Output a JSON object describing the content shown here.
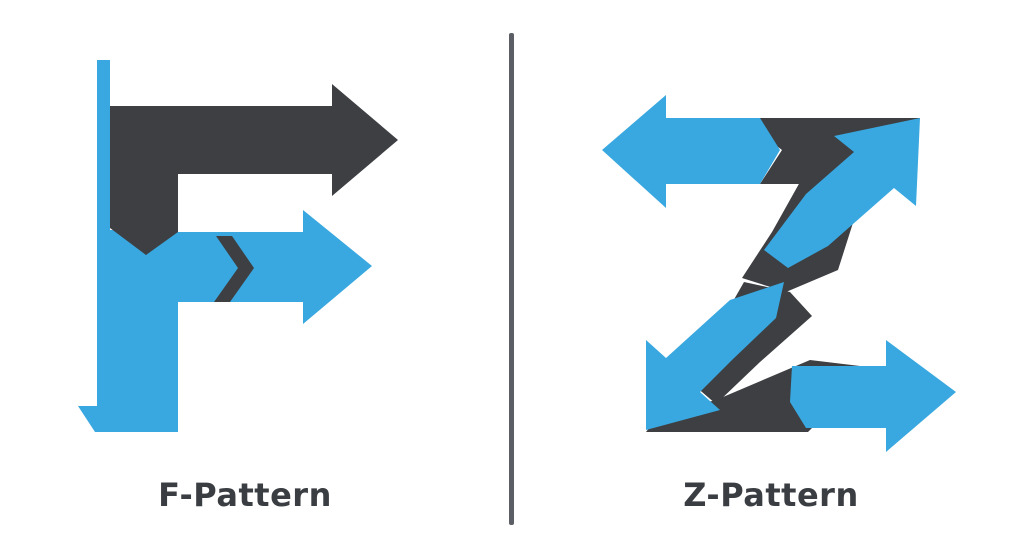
{
  "colors": {
    "blue": "#3aa8e0",
    "dark": "#3d3f42",
    "divider": "#5b5f65",
    "text": "#3a3d41",
    "background": "#ffffff"
  },
  "panels": [
    {
      "id": "f-pattern",
      "label": "F-Pattern",
      "icon": "f-letter-arrows"
    },
    {
      "id": "z-pattern",
      "label": "Z-Pattern",
      "icon": "z-letter-arrows"
    }
  ]
}
